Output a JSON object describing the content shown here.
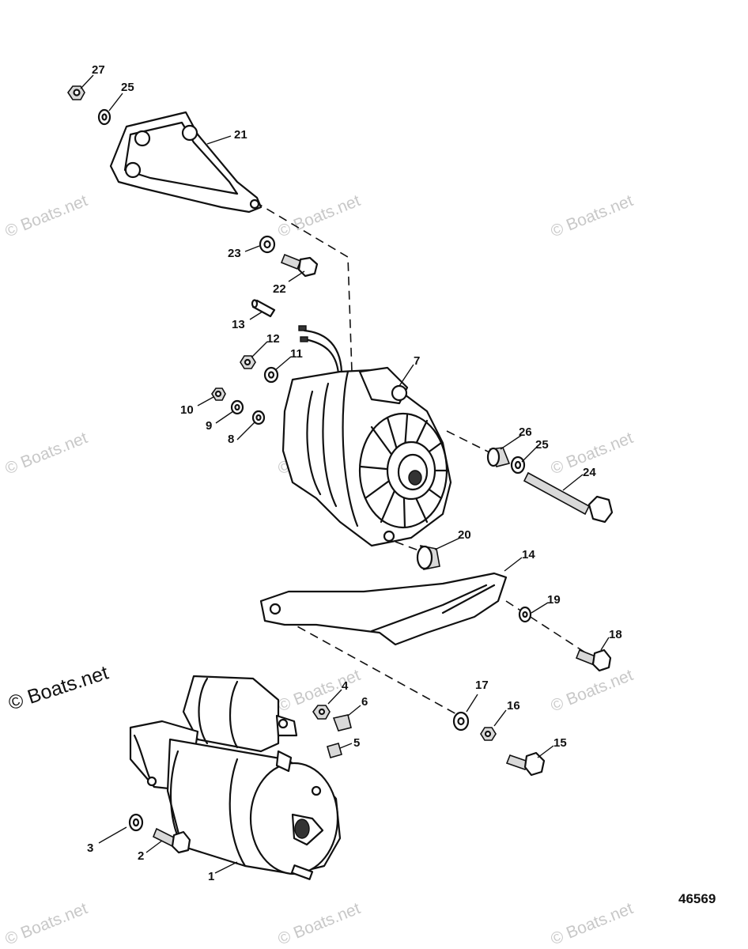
{
  "watermark_text": "© Boats.net",
  "figure_number": "46569",
  "callouts": [
    {
      "id": "c27",
      "label": "27"
    },
    {
      "id": "c25a",
      "label": "25"
    },
    {
      "id": "c21",
      "label": "21"
    },
    {
      "id": "c23",
      "label": "23"
    },
    {
      "id": "c22",
      "label": "22"
    },
    {
      "id": "c13",
      "label": "13"
    },
    {
      "id": "c12",
      "label": "12"
    },
    {
      "id": "c11",
      "label": "11"
    },
    {
      "id": "c7",
      "label": "7"
    },
    {
      "id": "c10",
      "label": "10"
    },
    {
      "id": "c9",
      "label": "9"
    },
    {
      "id": "c8",
      "label": "8"
    },
    {
      "id": "c26",
      "label": "26"
    },
    {
      "id": "c25b",
      "label": "25"
    },
    {
      "id": "c24",
      "label": "24"
    },
    {
      "id": "c20",
      "label": "20"
    },
    {
      "id": "c14",
      "label": "14"
    },
    {
      "id": "c19",
      "label": "19"
    },
    {
      "id": "c18",
      "label": "18"
    },
    {
      "id": "c4",
      "label": "4"
    },
    {
      "id": "c6",
      "label": "6"
    },
    {
      "id": "c5",
      "label": "5"
    },
    {
      "id": "c17",
      "label": "17"
    },
    {
      "id": "c16",
      "label": "16"
    },
    {
      "id": "c15",
      "label": "15"
    },
    {
      "id": "c3",
      "label": "3"
    },
    {
      "id": "c2",
      "label": "2"
    },
    {
      "id": "c1",
      "label": "1"
    }
  ]
}
